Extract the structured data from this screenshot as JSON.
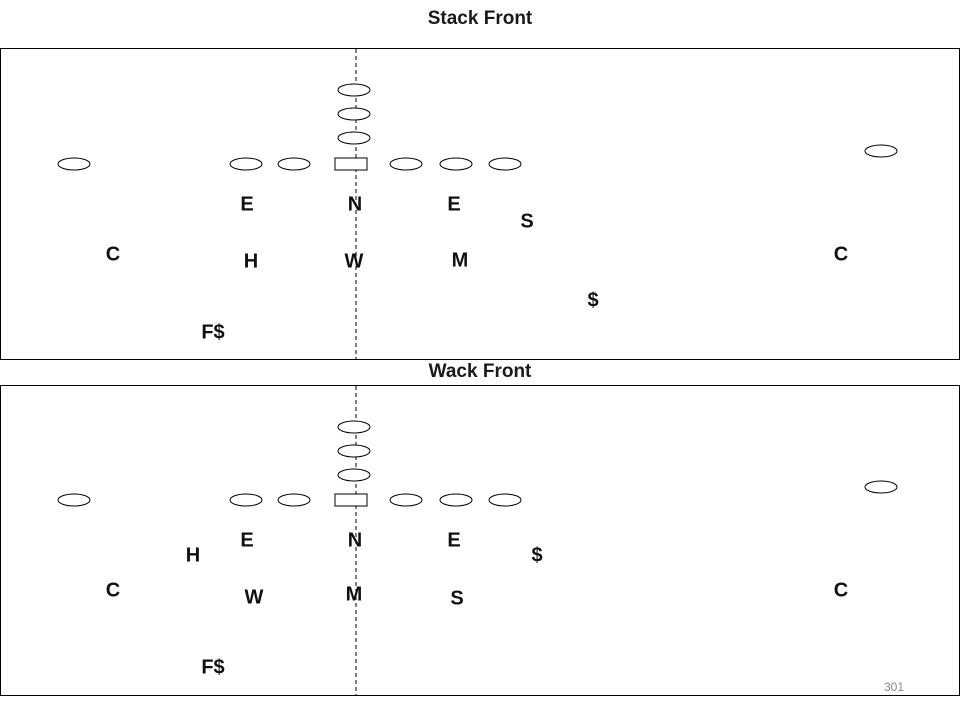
{
  "diagrams": [
    {
      "title": "Stack Front",
      "defense": [
        {
          "id": "e-left",
          "label": "E"
        },
        {
          "id": "n",
          "label": "N"
        },
        {
          "id": "e-right",
          "label": "E"
        },
        {
          "id": "s",
          "label": "S"
        },
        {
          "id": "c-left",
          "label": "C"
        },
        {
          "id": "h",
          "label": "H"
        },
        {
          "id": "w",
          "label": "W"
        },
        {
          "id": "m",
          "label": "M"
        },
        {
          "id": "c-right",
          "label": "C"
        },
        {
          "id": "dollar",
          "label": "$"
        },
        {
          "id": "f-dollar",
          "label": "F$"
        }
      ]
    },
    {
      "title": "Wack Front",
      "defense": [
        {
          "id": "e-left",
          "label": "E"
        },
        {
          "id": "n",
          "label": "N"
        },
        {
          "id": "e-right",
          "label": "E"
        },
        {
          "id": "h",
          "label": "H"
        },
        {
          "id": "dollar",
          "label": "$"
        },
        {
          "id": "c-left",
          "label": "C"
        },
        {
          "id": "w",
          "label": "W"
        },
        {
          "id": "m",
          "label": "M"
        },
        {
          "id": "s",
          "label": "S"
        },
        {
          "id": "c-right",
          "label": "C"
        },
        {
          "id": "f-dollar",
          "label": "F$"
        }
      ]
    }
  ],
  "page_number": "301"
}
